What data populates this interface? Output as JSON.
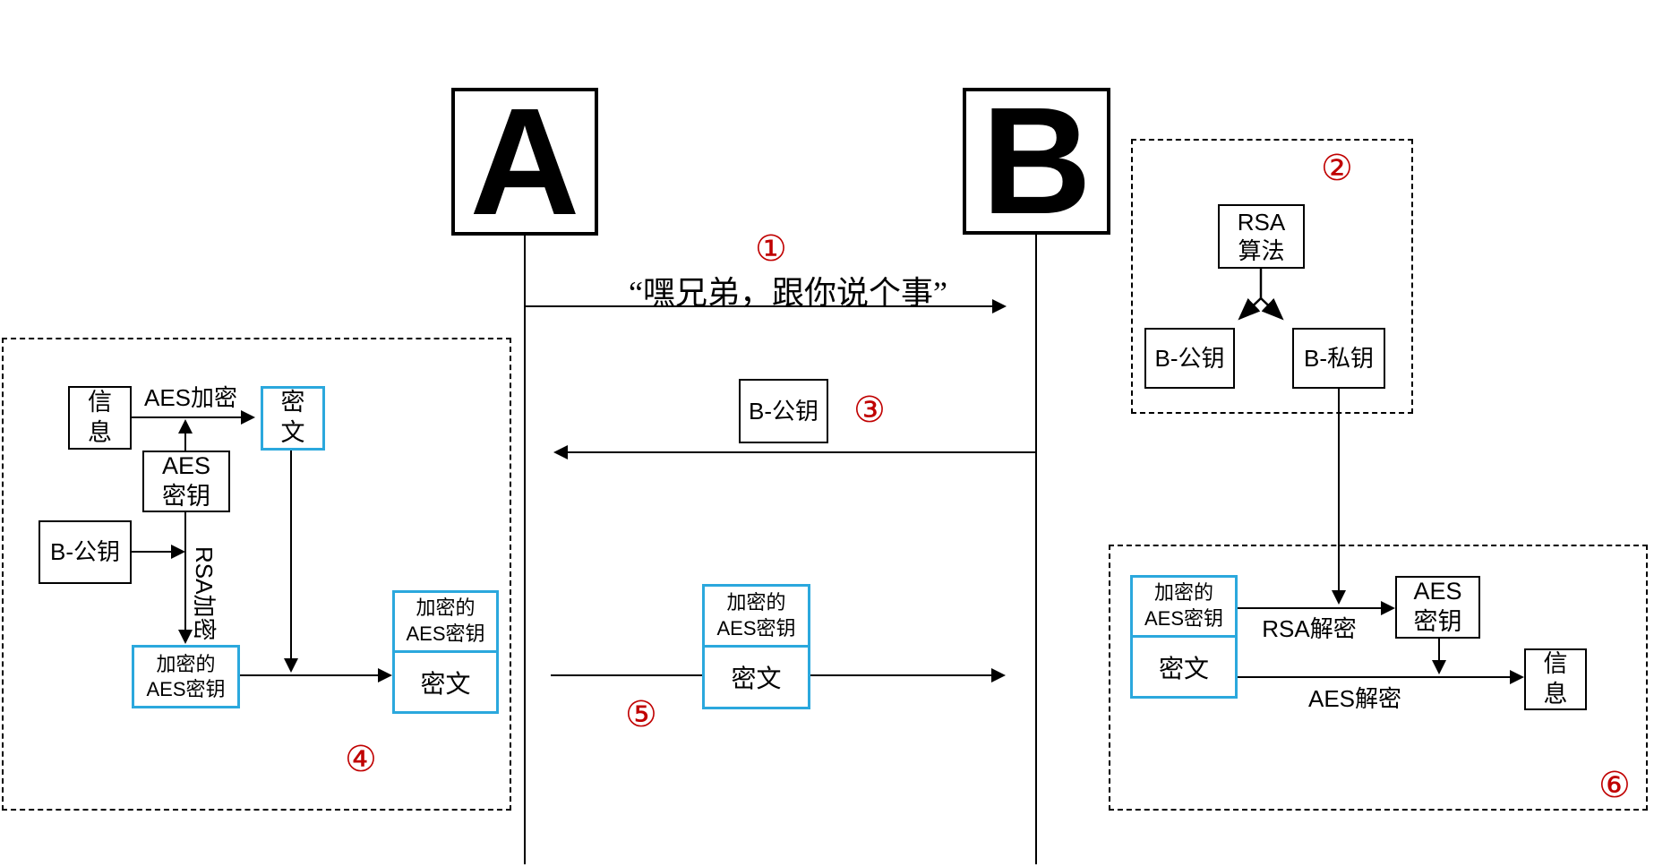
{
  "actors": {
    "a": "A",
    "b": "B"
  },
  "steps": {
    "s1": "①",
    "s2": "②",
    "s3": "③",
    "s4": "④",
    "s5": "⑤",
    "s6": "⑥"
  },
  "message1": {
    "label": "“嘿兄弟，跟你说个事”"
  },
  "message3": {
    "key_box": "B-公钥"
  },
  "message5": {
    "package_top_l1": "加密的",
    "package_top_l2": "AES密钥",
    "package_bottom": "密文"
  },
  "keygen": {
    "rsa_l1": "RSA",
    "rsa_l2": "算法",
    "public_key": "B-公钥",
    "private_key": "B-私钥"
  },
  "encrypt": {
    "info_l1": "信",
    "info_l2": "息",
    "aes_encrypt": "AES加密",
    "cipher_l1": "密",
    "cipher_l2": "文",
    "aes_key_l1": "AES",
    "aes_key_l2": "密钥",
    "b_public_key": "B-公钥",
    "rsa_encrypt": "RSA加密",
    "enc_key_l1": "加密的",
    "enc_key_l2": "AES密钥",
    "package_top_l1": "加密的",
    "package_top_l2": "AES密钥",
    "package_bottom": "密文"
  },
  "decrypt": {
    "package_top_l1": "加密的",
    "package_top_l2": "AES密钥",
    "package_bottom": "密文",
    "rsa_decrypt": "RSA解密",
    "aes_key_l1": "AES",
    "aes_key_l2": "密钥",
    "aes_decrypt": "AES解密",
    "info_l1": "信",
    "info_l2": "息"
  },
  "colors": {
    "accent": "#2ba8dd",
    "step_badge": "#c00000",
    "line": "#000000"
  }
}
